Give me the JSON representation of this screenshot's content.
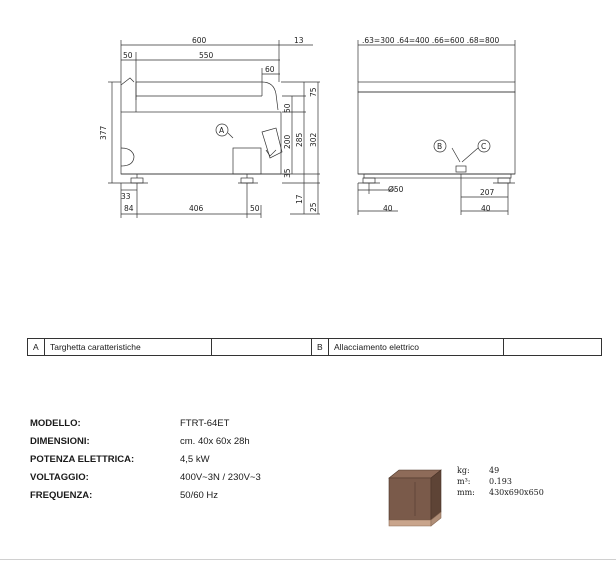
{
  "drawing": {
    "side_view": {
      "dim_top_total": "600",
      "dim_top_right": "13",
      "dim_50_left": "50",
      "dim_550": "550",
      "dim_60": "60",
      "dim_377": "377",
      "dim_75": "75",
      "dim_50_right": "50",
      "dim_200": "200",
      "dim_285": "285",
      "dim_302": "302",
      "dim_35": "35",
      "dim_17": "17",
      "dim_25": "25",
      "dim_33": "33",
      "dim_84": "84",
      "dim_406": "406",
      "dim_50_bottom": "50",
      "marker_a": "A"
    },
    "front_view": {
      "widths": ".63=300  .64=400  .66=600  .68=800",
      "marker_b": "B",
      "marker_c": "C",
      "dim_dia50": "Ø50",
      "dim_207": "207",
      "dim_40_left": "40",
      "dim_40_right": "40"
    }
  },
  "legend": {
    "a_key": "A",
    "a_label": "Targhetta caratteristiche",
    "b_key": "B",
    "b_label": "Allacciamento elettrico"
  },
  "specs": [
    {
      "label": "MODELLO:",
      "value": "FTRT-64ET"
    },
    {
      "label": "DIMENSIONI:",
      "value": "cm. 40x 60x 28h"
    },
    {
      "label": "POTENZA ELETTRICA:",
      "value": "4,5 kW"
    },
    {
      "label": "VOLTAGGIO:",
      "value": "400V~3N / 230V~3"
    },
    {
      "label": "FREQUENZA:",
      "value": "50/60 Hz"
    }
  ],
  "packaging": [
    {
      "key": "kg:",
      "value": "49"
    },
    {
      "key": "m³:",
      "value": "0.193"
    },
    {
      "key": "mm:",
      "value": "430x690x650"
    }
  ],
  "colors": {
    "line": "#333333",
    "box_front": "#7a5a4a",
    "box_side": "#5e4436",
    "box_base": "#c9a58c"
  }
}
